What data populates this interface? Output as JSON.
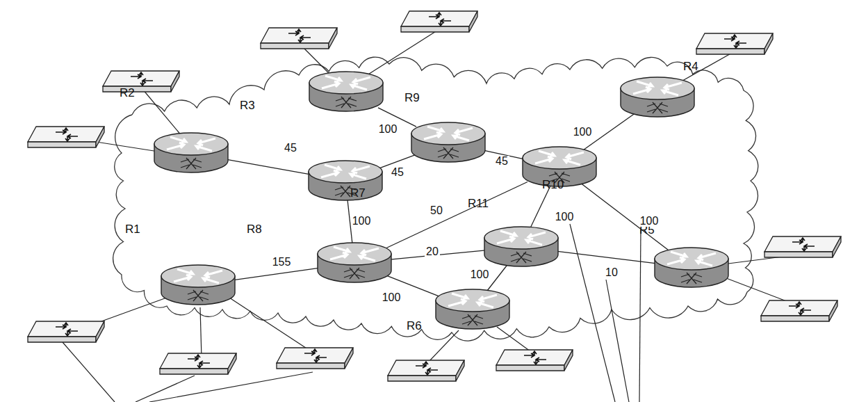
{
  "diagram": {
    "nodes": [
      {
        "text": [
          "R1"
        ]
      },
      {
        "text": [
          "R2"
        ]
      },
      {
        "text": [
          "R3"
        ]
      },
      {
        "text": [
          "R4"
        ]
      },
      {
        "text": [
          "R5"
        ]
      },
      {
        "text": [
          "R6"
        ]
      },
      {
        "text": [
          "R7"
        ]
      },
      {
        "text": [
          "R8"
        ]
      },
      {
        "text": [
          "R9"
        ]
      },
      {
        "text": [
          "R10"
        ]
      },
      {
        "text": [
          "R11"
        ]
      }
    ],
    "edges": [
      {
        "from": 2,
        "to": 8,
        "label": "100",
        "arrow": "none"
      },
      {
        "from": 1,
        "to": 6,
        "label": "45",
        "arrow": "none"
      },
      {
        "from": 6,
        "to": 8,
        "label": "45",
        "arrow": "none"
      },
      {
        "from": 8,
        "to": 9,
        "label": "45",
        "arrow": "none"
      },
      {
        "from": 9,
        "to": 3,
        "label": "100",
        "arrow": "none"
      },
      {
        "from": 6,
        "to": 7,
        "label": "100",
        "arrow": "none"
      },
      {
        "from": 7,
        "to": 9,
        "label": "50",
        "arrow": "none"
      },
      {
        "from": 7,
        "to": 10,
        "label": "20",
        "arrow": "none"
      },
      {
        "from": 9,
        "to": 10,
        "label": "100",
        "arrow": "none"
      },
      {
        "from": 9,
        "to": 4,
        "label": "100",
        "arrow": "none"
      },
      {
        "from": 10,
        "to": 4,
        "label": "10",
        "arrow": "none"
      },
      {
        "from": 0,
        "to": 7,
        "label": "155",
        "arrow": "none"
      },
      {
        "from": 7,
        "to": 5,
        "label": "100",
        "arrow": "none"
      },
      {
        "from": 5,
        "to": 10,
        "label": "100",
        "arrow": "none"
      }
    ]
  }
}
